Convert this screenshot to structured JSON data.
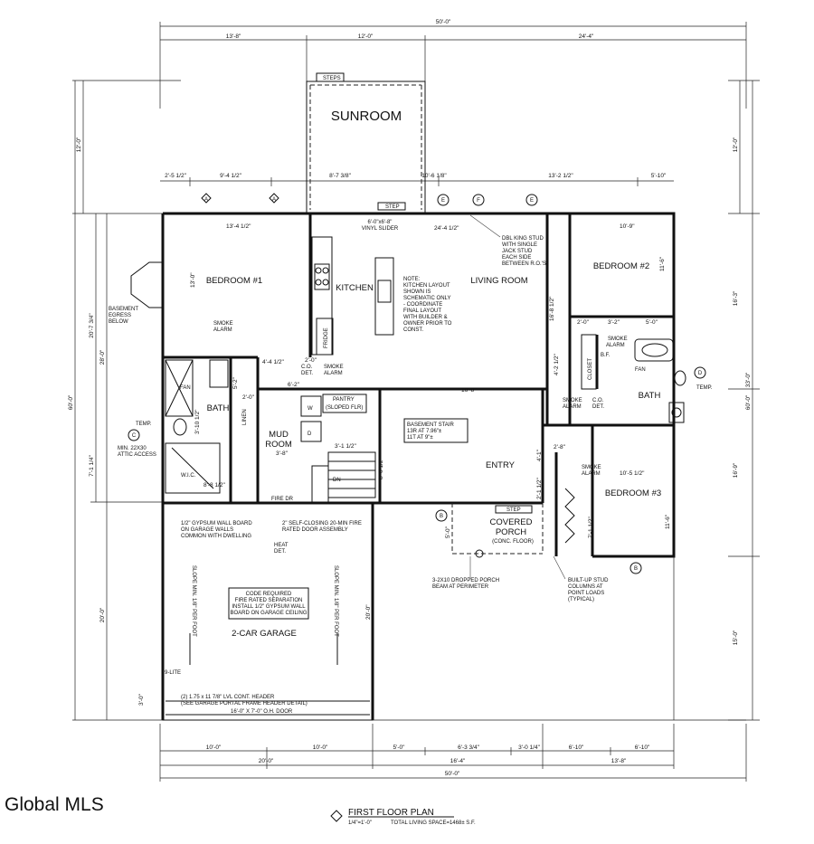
{
  "watermark": "Global MLS",
  "title": "FIRST FLOOR PLAN",
  "scale": "1/4\"=1'-0\"",
  "living_space": "TOTAL LIVING SPACE=1468± S.F.",
  "rooms": {
    "sunroom": "SUNROOM",
    "bedroom1": "BEDROOM #1",
    "bedroom2": "BEDROOM #2",
    "bedroom3": "BEDROOM #3",
    "kitchen": "KITCHEN",
    "living": "LIVING ROOM",
    "bath1": "BATH",
    "bath2": "BATH",
    "mud1": "MUD",
    "mud2": "ROOM",
    "entry": "ENTRY",
    "porch1": "COVERED",
    "porch2": "PORCH",
    "porch3": "(CONC. FLOOR)",
    "garage": "2-CAR GARAGE",
    "pantry1": "PANTRY",
    "pantry2": "(SLOPED FLR)",
    "closet": "CLOSET",
    "linen": "LINEN",
    "fridge": "FRIDGE"
  },
  "labels": {
    "steps": "STEPS",
    "step": "STEP",
    "vinyl_slider": "VINYL SLIDER",
    "vinyl_size": "6'-0\"x6'-8\"",
    "basement_egress": [
      "BASEMENT",
      "EGRESS",
      "BELOW"
    ],
    "smoke_alarm": [
      "SMOKE",
      "ALARM"
    ],
    "co_det": [
      "C.O.",
      "DET."
    ],
    "temp": "TEMP.",
    "fan": "FAN",
    "attic": [
      "MIN. 22X30",
      "ATTIC ACCESS"
    ],
    "wic": "W.I.C.",
    "fire_dr": "FIRE DR",
    "dn": "DN",
    "heat_det": [
      "HEAT",
      "DET."
    ],
    "nine_lite": "9-LITE",
    "bf": [
      "B.F."
    ],
    "w": "W",
    "d": "D",
    "dbl_king": [
      "DBL KING STUD",
      "WITH SINGLE",
      "JACK STUD",
      "EACH SIDE",
      "BETWEEN R.O.'S"
    ],
    "kitchen_note": [
      "NOTE:",
      "KITCHEN LAYOUT",
      "SHOWN IS",
      "SCHEMATIC ONLY",
      "- COORDINATE",
      "FINAL LAYOUT",
      "WITH BUILDER &",
      "OWNER PRIOR TO",
      "CONST."
    ],
    "basement_stair": [
      "BASEMENT STAIR",
      "13R AT 7.96\"±",
      "11T AT 9\"±"
    ],
    "gypsum": [
      "1/2\" GYPSUM WALL BOARD",
      "ON GARAGE WALLS",
      "COMMON WITH DWELLING"
    ],
    "self_closing": [
      "2\" SELF-CLOSING 20-MIN FIRE",
      "RATED DOOR ASSEMBLY"
    ],
    "code_required": [
      "CODE REQUIRED",
      "FIRE RATED SEPARATION",
      "INSTALL 1/2\" GYPSUM WALL",
      "BOARD ON GARAGE CEILING"
    ],
    "slope_left": "SLOPE MIN. 1/8\" PER FOOT",
    "slope_right": "SLOPE MIN. 1/8\" PER FOOT",
    "lvl_header": [
      "(2) 1.75 x 11 7/8\" LVL CONT. HEADER",
      "(SEE GARAGE PORTAL FRAME HEADER DETAIL)"
    ],
    "oh_door": "16'-0\" X 7'-0\" O.H. DOOR",
    "porch_beam": [
      "3-2X10 DROPPED PORCH",
      "BEAM AT PERIMETER"
    ],
    "stud_columns": [
      "BUILT-UP STUD",
      "COLUMNS AT",
      "POINT LOADS",
      "(TYPICAL)"
    ]
  },
  "markers": {
    "a": "A",
    "b": "B",
    "c": "C",
    "d": "D",
    "e": "E",
    "f": "F"
  },
  "dimensions": {
    "top_overall": "50'-0\"",
    "top_13_8": "13'-8\"",
    "top_12_0": "12'-0\"",
    "top_24_4": "24'-4\"",
    "top2_a": "2'-5 1/2\"",
    "top2_b": "9'-4 1/2\"",
    "top2_c": "8'-7 3/8\"",
    "top2_d": "10'-6 1/8\"",
    "top2_e": "13'-2 1/2\"",
    "top2_f": "5'-10\"",
    "bed1_w": "13'-4 1/2\"",
    "living_w": "24'-4 1/2\"",
    "bed2_w": "10'-9\"",
    "bed2_h": "11'-6\"",
    "bed1_h": "13'-0\"",
    "living_h": "16'-8 1/2\"",
    "hall_w": "16'-8\"",
    "bed3_w": "10'-5 1/2\"",
    "bed3_h": "11'-6\"",
    "porch_h": "5'-0\"",
    "garage_h_mid": "20'-0\"",
    "garage_d": "3'-0\"",
    "bath2_a": "2'-0\"",
    "bath2_b": "3'-2\"",
    "bath2_c": "5'-0\"",
    "kitchen_a": "4'-4 1/2\"",
    "kitchen_b": "2'-0\"",
    "mud_a": "6'-2\"",
    "mud_b": "2'-0\"",
    "mud_c": "3'-8\"",
    "stair_a": "3'-1 1/2\"",
    "stair_b": "8'-0 1/2\"",
    "bath1_a": "5'-2\"",
    "bath1_b": "3'-10 1/2\"",
    "wic_a": "8'-8 1/2\"",
    "closet_a": "4'-2 1/2\"",
    "entry_a": "4'-1\"",
    "entry_b": "2'-8\"",
    "entry_c": "2'-1 1/2\"",
    "b3_closet": "7'-1 1/2\"",
    "left_a": "12'-0\"",
    "left_b": "20'-7 3/4\"",
    "left_c": "28'-0\"",
    "left_d": "60'-0\"",
    "left_e": "7'-1 1/4\"",
    "left_f": "20'-0\"",
    "right_a": "12'-0\"",
    "right_b": "16'-3\"",
    "right_c": "33'-0\"",
    "right_d": "60'-0\"",
    "right_e": "16'-9\"",
    "right_f": "15'-0\"",
    "bot1_a": "10'-0\"",
    "bot1_b": "10'-0\"",
    "bot1_c": "5'-0\"",
    "bot1_d": "6'-3 3/4\"",
    "bot1_e": "3'-0 1/4\"",
    "bot1_f": "6'-10\"",
    "bot1_g": "6'-10\"",
    "bot2_a": "20'-0\"",
    "bot2_b": "16'-4\"",
    "bot2_c": "13'-8\"",
    "bot_overall": "50'-0\""
  }
}
